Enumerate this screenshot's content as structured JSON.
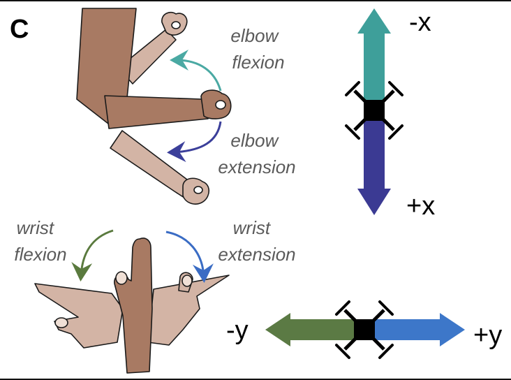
{
  "panel_letter": "C",
  "labels": {
    "elbow_flexion": [
      "elbow",
      "flexion"
    ],
    "elbow_extension": [
      "elbow",
      "extension"
    ],
    "wrist_flexion": [
      "wrist",
      "flexion"
    ],
    "wrist_extension": [
      "wrist",
      "extension"
    ]
  },
  "axes": {
    "neg_x": "-x",
    "pos_x": "+x",
    "neg_y": "-y",
    "pos_y": "+y"
  },
  "colors": {
    "elbow_flexion_arrow": "#4aa9a3",
    "elbow_extension_arrow": "#3b3f9a",
    "wrist_flexion_arrow": "#5a7a3e",
    "wrist_extension_arrow": "#3a6cc4",
    "x_neg_arrow": "#3e9f9a",
    "x_pos_arrow": "#3b3a93",
    "y_neg_arrow": "#5b7a44",
    "y_pos_arrow": "#3d77c9",
    "skin_dark": "#a87a63",
    "skin_light": "#d3b4a5",
    "drone": "#000000"
  },
  "icons": [
    "drone-icon",
    "arm-icon",
    "hand-icon"
  ]
}
